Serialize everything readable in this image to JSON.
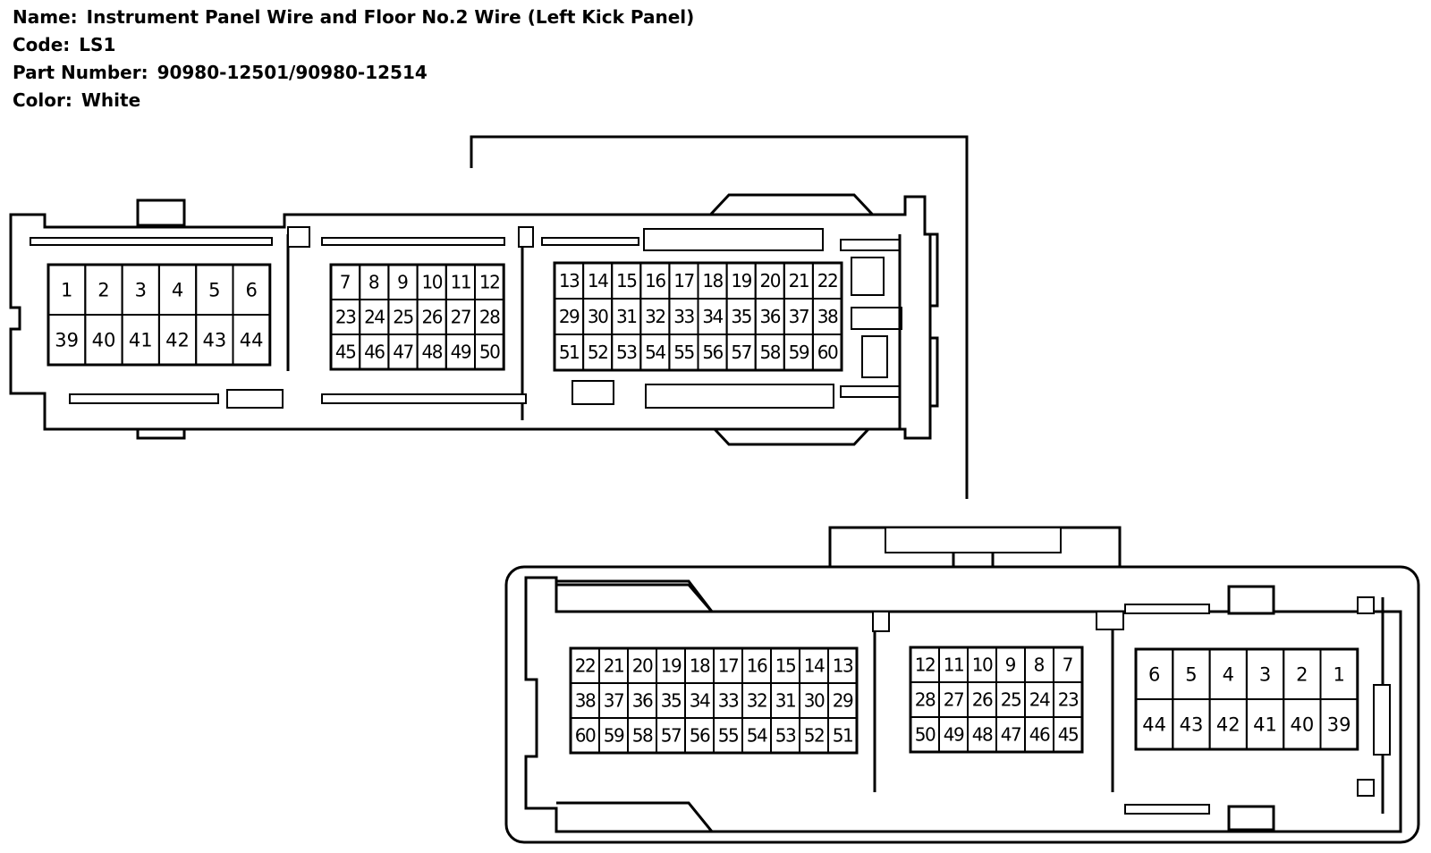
{
  "header": {
    "name_label": "Name:",
    "name_value": "Instrument Panel Wire and Floor No.2 Wire (Left Kick Panel)",
    "code_label": "Code:",
    "code_value": "LS1",
    "part_label": "Part Number:",
    "part_value": "90980-12501/90980-12514",
    "color_label": "Color:",
    "color_value": "White"
  },
  "connector_top": {
    "blocks": [
      {
        "rows": [
          [
            "1",
            "2",
            "3",
            "4",
            "5",
            "6"
          ],
          [
            "39",
            "40",
            "41",
            "42",
            "43",
            "44"
          ]
        ]
      },
      {
        "rows": [
          [
            "7",
            "8",
            "9",
            "10",
            "11",
            "12"
          ],
          [
            "23",
            "24",
            "25",
            "26",
            "27",
            "28"
          ],
          [
            "45",
            "46",
            "47",
            "48",
            "49",
            "50"
          ]
        ]
      },
      {
        "rows": [
          [
            "13",
            "14",
            "15",
            "16",
            "17",
            "18",
            "19",
            "20",
            "21",
            "22"
          ],
          [
            "29",
            "30",
            "31",
            "32",
            "33",
            "34",
            "35",
            "36",
            "37",
            "38"
          ],
          [
            "51",
            "52",
            "53",
            "54",
            "55",
            "56",
            "57",
            "58",
            "59",
            "60"
          ]
        ]
      }
    ]
  },
  "connector_bottom": {
    "blocks": [
      {
        "rows": [
          [
            "22",
            "21",
            "20",
            "19",
            "18",
            "17",
            "16",
            "15",
            "14",
            "13"
          ],
          [
            "38",
            "37",
            "36",
            "35",
            "34",
            "33",
            "32",
            "31",
            "30",
            "29"
          ],
          [
            "60",
            "59",
            "58",
            "57",
            "56",
            "55",
            "54",
            "53",
            "52",
            "51"
          ]
        ]
      },
      {
        "rows": [
          [
            "12",
            "11",
            "10",
            "9",
            "8",
            "7"
          ],
          [
            "28",
            "27",
            "26",
            "25",
            "24",
            "23"
          ],
          [
            "50",
            "49",
            "48",
            "47",
            "46",
            "45"
          ]
        ]
      },
      {
        "rows": [
          [
            "6",
            "5",
            "4",
            "3",
            "2",
            "1"
          ],
          [
            "44",
            "43",
            "42",
            "41",
            "40",
            "39"
          ]
        ]
      }
    ]
  }
}
